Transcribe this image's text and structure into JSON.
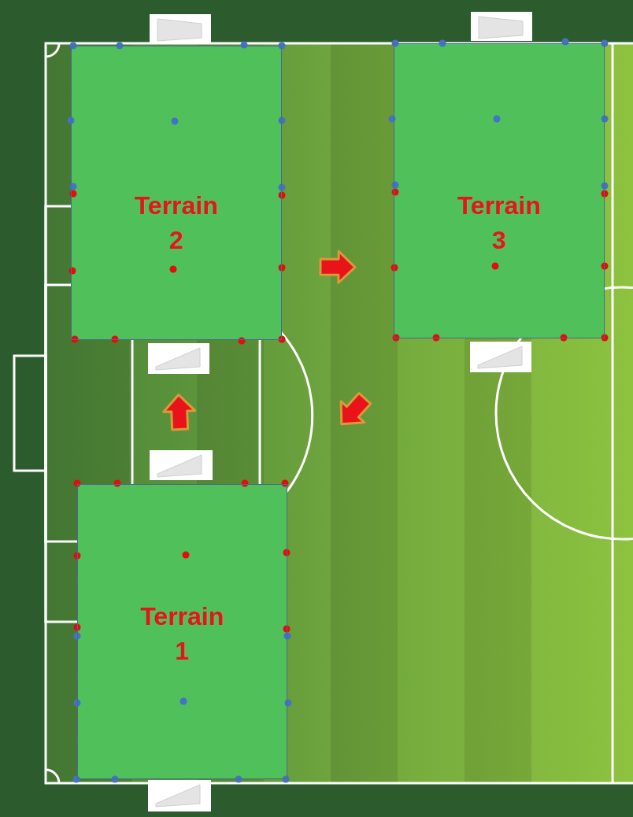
{
  "diagram": {
    "nodes": [
      {
        "text": [
          "Terrain 1"
        ]
      },
      {
        "text": [
          "Terrain 2"
        ]
      },
      {
        "text": [
          "Terrain 3"
        ]
      }
    ],
    "edges": [
      {
        "from": 0,
        "to": 1,
        "arrow": "to"
      },
      {
        "from": 1,
        "to": 2,
        "arrow": "to"
      },
      {
        "from": 2,
        "to": 0,
        "arrow": "to"
      }
    ]
  }
}
